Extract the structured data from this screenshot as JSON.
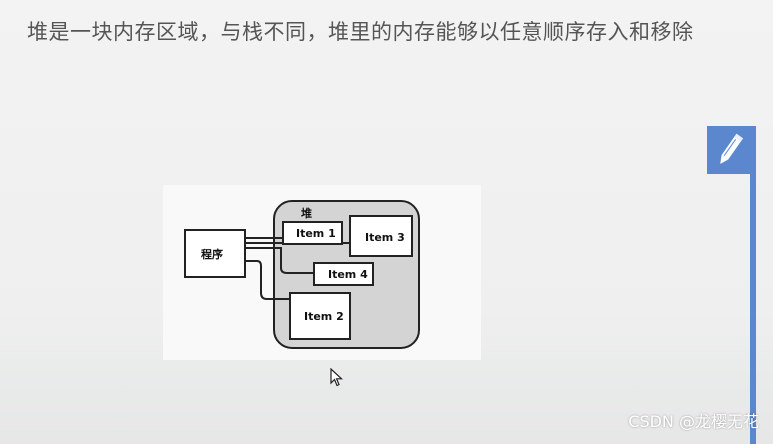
{
  "paragraph": {
    "text": "堆是一块内存区域，与栈不同，堆里的内存能够以任意顺序存入和移除"
  },
  "diagram": {
    "heap_label": "堆",
    "program_label": "程序",
    "items": [
      "Item 1",
      "Item 3",
      "Item 4",
      "Item 2"
    ]
  },
  "watermark": "CSDN @龙樱无花",
  "colors": {
    "accent": "#5b87cf",
    "heap_fill": "#d4d4d4"
  },
  "icons": {
    "edit": "pencil-icon",
    "cursor": "mouse-pointer-icon"
  }
}
